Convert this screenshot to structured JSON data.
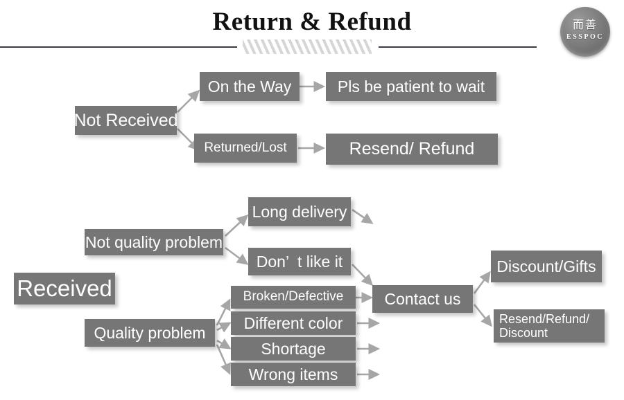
{
  "header": {
    "title": "Return & Refund",
    "divider_left": "rule",
    "divider_right": "rule",
    "hatch_ornament": "diagonal-hatch"
  },
  "logo": {
    "chinese": "而善",
    "latin": "ESSPOC"
  },
  "colors": {
    "box_fill": "#767676",
    "box_text": "#ffffff",
    "arrow": "#a0a0a0",
    "rule": "#3a3a40",
    "hatch": "#d6d6d6",
    "background": "#ffffff"
  },
  "flow_not_received": {
    "root": "Not Received",
    "branches": [
      {
        "cause": "On the Way",
        "result": "Pls be patient to wait"
      },
      {
        "cause": "Returned/Lost",
        "result": "Resend/ Refund"
      }
    ]
  },
  "flow_received": {
    "root": "Received",
    "categories": [
      {
        "label": "Not quality problem",
        "reasons": [
          "Long delivery",
          "Don’  t like it"
        ]
      },
      {
        "label": "Quality problem",
        "reasons": [
          "Broken/Defective",
          "Different color",
          "Shortage",
          "Wrong items"
        ]
      }
    ],
    "hub": "Contact us",
    "outcomes": [
      "Discount/Gifts",
      "Resend/Refund/\nDiscount"
    ]
  }
}
